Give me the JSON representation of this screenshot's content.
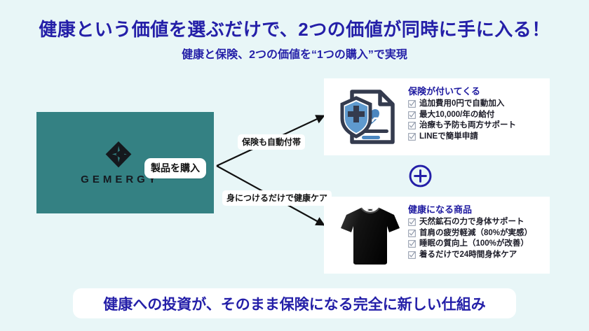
{
  "header": {
    "headline": "健康という価値を選ぶだけで、2つの価値が同時に手に入る！",
    "subheadline": "健康と保険、2つの価値を“1つの購入”で実現"
  },
  "brand_panel": {
    "logo_icon": "gemergy-diamond-logo-icon",
    "brand_name": "GEMERGY",
    "purchase_badge_label": "製品を購入",
    "background_color": "#348183"
  },
  "flow": {
    "branch_top_label": "保険も自動付帯",
    "branch_bottom_label": "身につけるだけで健康ケア",
    "connector_icon": "plus-circle-icon",
    "connector_color": "#241fa8"
  },
  "cards": [
    {
      "key": "insurance",
      "icon": "insurance-document-shield-icon",
      "title": "保険が付いてくる",
      "features": [
        "追加費用0円で自動加入",
        "最大10,000/年の給付",
        "治療も予防も両方サポート",
        "LINEで簡単申請"
      ]
    },
    {
      "key": "product",
      "icon": "black-tshirt-icon",
      "title": "健康になる商品",
      "features": [
        "天然鉱石の力で身体サポート",
        "首肩の疲労軽減（80%が実感）",
        "睡眠の質向上（100%が改善）",
        "着るだけで24時間身体ケア"
      ]
    }
  ],
  "footer": {
    "banner_text": "健康への投資が、そのまま保険になる完全に新しい仕組み"
  },
  "colors": {
    "background": "#e8f6f7",
    "accent_navy": "#241fa8",
    "brand_teal": "#348183",
    "card_white": "#ffffff"
  }
}
